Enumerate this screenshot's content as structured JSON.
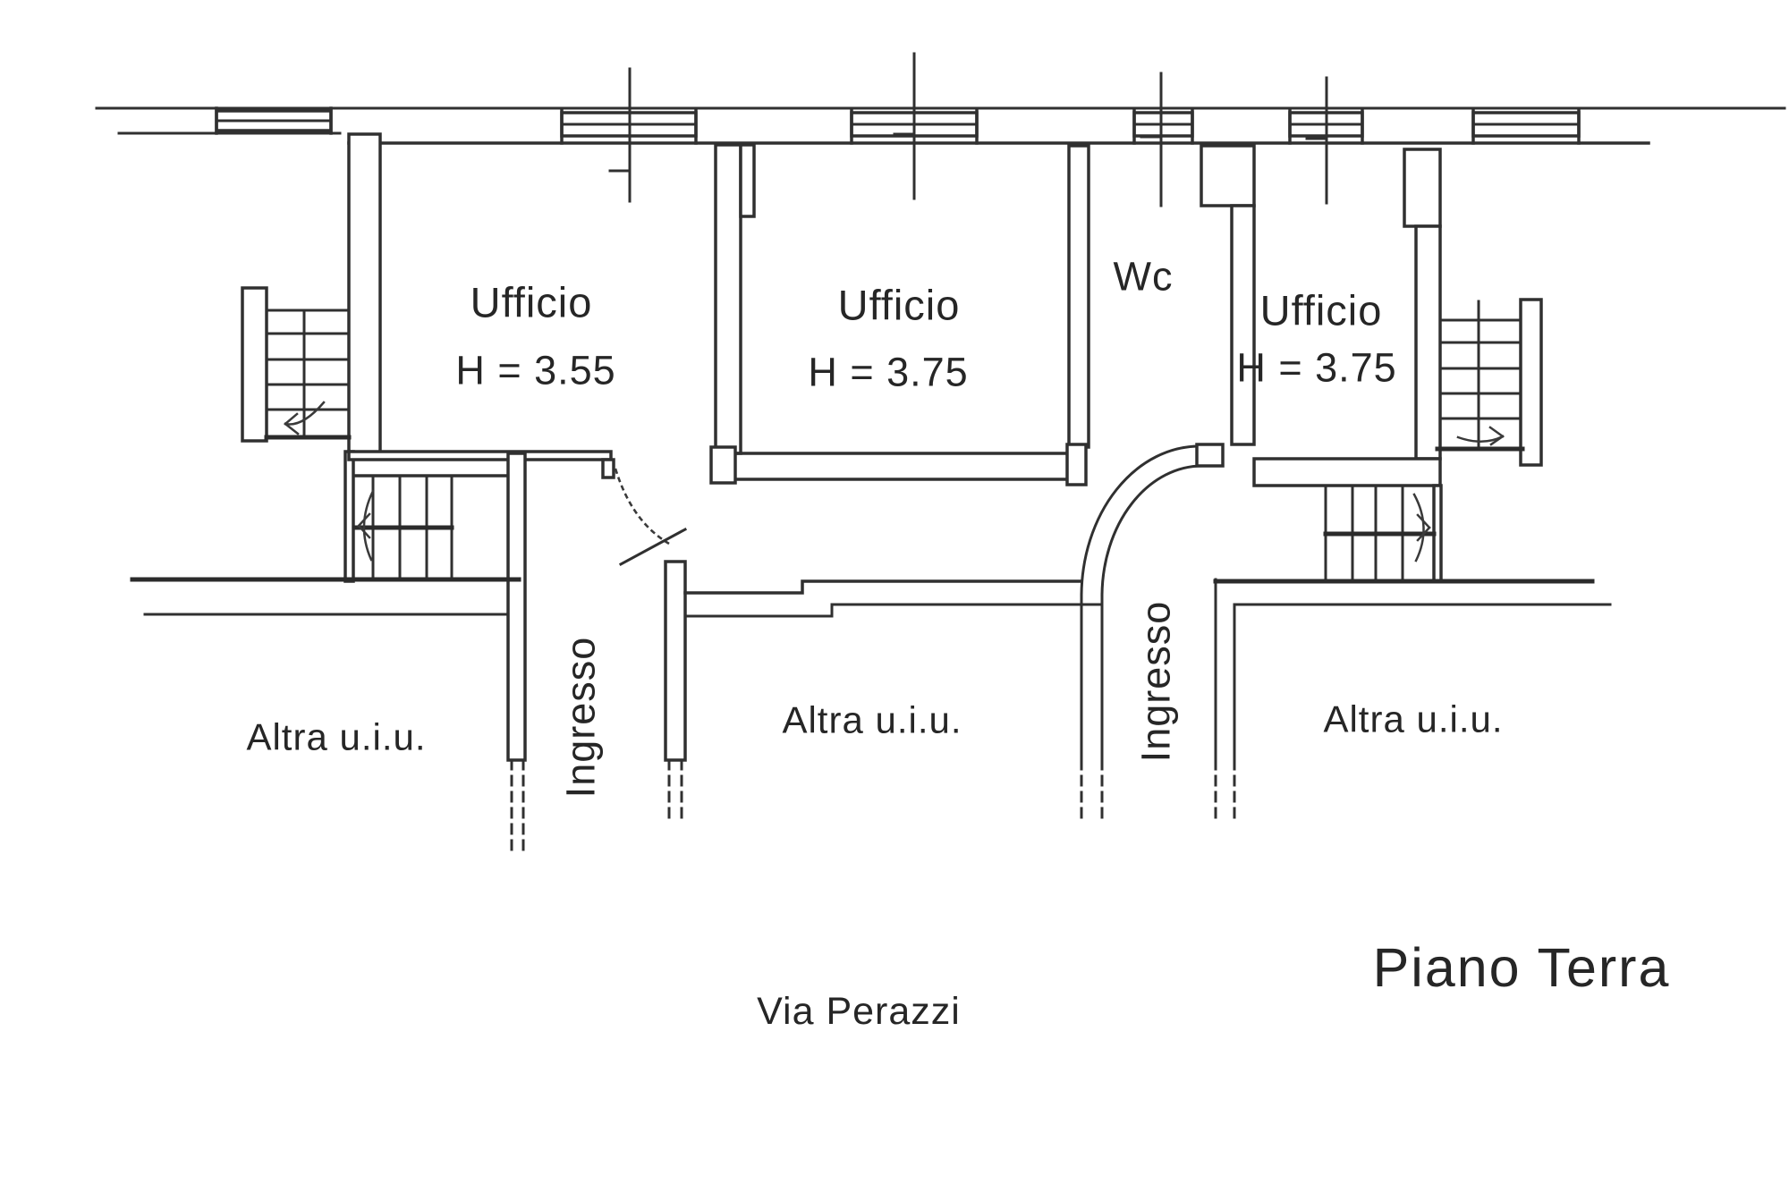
{
  "plan": {
    "floor_label": "Piano Terra",
    "street_label": "Via Perazzi",
    "rooms": [
      {
        "label": "Ufficio",
        "height": "H = 3.55"
      },
      {
        "label": "Ufficio",
        "height": "H = 3.75"
      },
      {
        "label": "Wc"
      },
      {
        "label": "Ufficio",
        "height": "H = 3.75"
      }
    ],
    "entrances": [
      {
        "label": "Ingresso"
      },
      {
        "label": "Ingresso"
      }
    ],
    "other_units": [
      {
        "label": "Altra u.i.u."
      },
      {
        "label": "Altra u.i.u."
      },
      {
        "label": "Altra u.i.u."
      }
    ],
    "colors": {
      "background": "#ffffff",
      "line": "#303030",
      "text": "#262626"
    }
  }
}
